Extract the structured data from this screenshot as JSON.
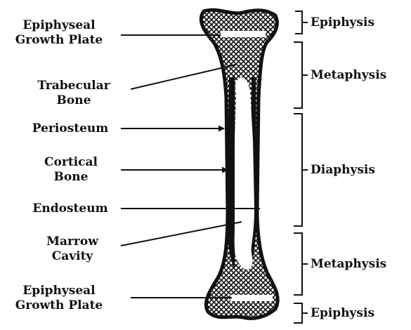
{
  "colors": {
    "ink": "#111111",
    "background": "#ffffff"
  },
  "labels": {
    "epiphyseal_growth_plate_top": [
      "Epiphyseal",
      "Growth Plate"
    ],
    "trabecular_bone": [
      "Trabecular",
      "Bone"
    ],
    "periosteum": "Periosteum",
    "cortical_bone": [
      "Cortical",
      "Bone"
    ],
    "endosteum": "Endosteum",
    "marrow_cavity": [
      "Marrow",
      "Cavity"
    ],
    "epiphyseal_growth_plate_bottom": [
      "Epiphyseal",
      "Growth Plate"
    ],
    "epiphysis_top": "Epiphysis",
    "metaphysis_top": "Metaphysis",
    "diaphysis": "Diaphysis",
    "metaphysis_bottom": "Metaphysis",
    "epiphysis_bottom": "Epiphysis"
  }
}
